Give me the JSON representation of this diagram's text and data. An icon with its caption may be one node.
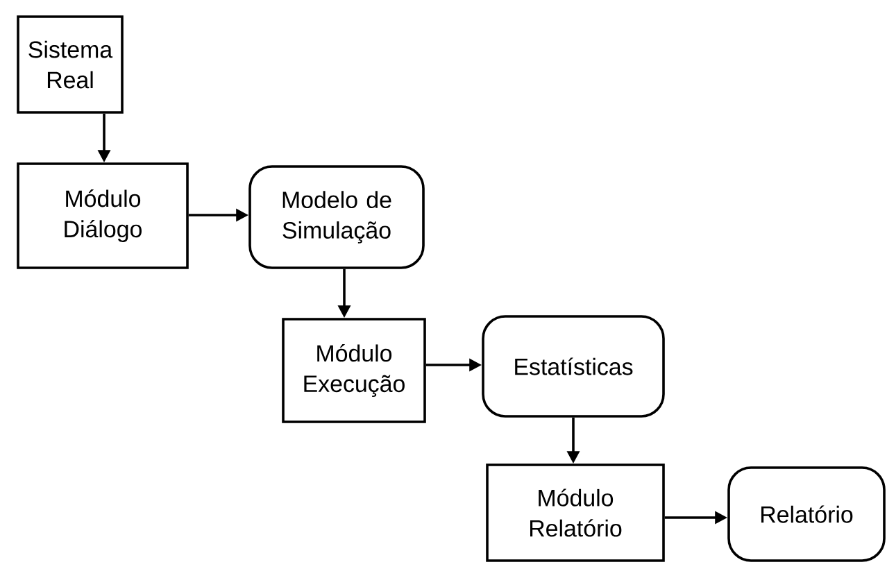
{
  "diagram": {
    "nodes": [
      {
        "text": [
          "Sistema Real"
        ]
      },
      {
        "text": [
          "Módulo Diálogo"
        ]
      },
      {
        "text": [
          "Modelo de Simulação"
        ]
      },
      {
        "text": [
          "Módulo Execução"
        ]
      },
      {
        "text": [
          "Estatísticas"
        ]
      },
      {
        "text": [
          "Módulo Relatório"
        ]
      },
      {
        "text": [
          "Relatório"
        ]
      }
    ],
    "edges": [
      {
        "from": 0,
        "to": 1,
        "arrow": "to"
      },
      {
        "from": 1,
        "to": 2,
        "arrow": "to"
      },
      {
        "from": 2,
        "to": 3,
        "arrow": "to"
      },
      {
        "from": 3,
        "to": 4,
        "arrow": "to"
      },
      {
        "from": 4,
        "to": 5,
        "arrow": "to"
      },
      {
        "from": 5,
        "to": 6,
        "arrow": "to"
      }
    ]
  }
}
